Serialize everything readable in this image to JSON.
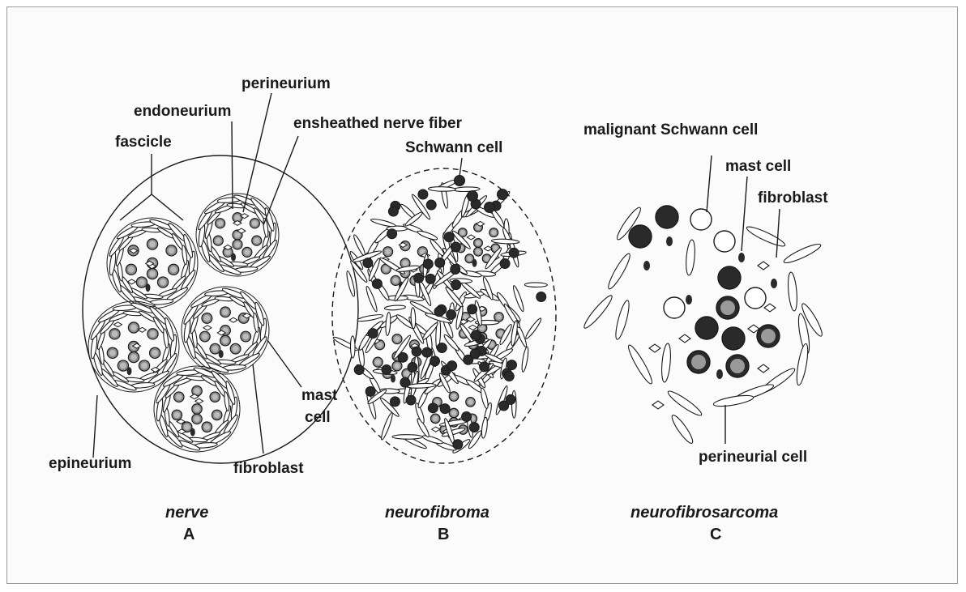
{
  "panel_a": {
    "labels": {
      "perineurium": "perineurium",
      "endoneurium": "endoneurium",
      "ensheathed_nerve_fiber": "ensheathed nerve fiber",
      "fascicle": "fascicle",
      "mast": "mast",
      "cell": "cell",
      "fibroblast": "fibroblast",
      "epineurium": "epineurium"
    },
    "caption": "nerve",
    "letter": "A"
  },
  "panel_b": {
    "labels": {
      "schwann_cell": "Schwann cell"
    },
    "caption": "neurofibroma",
    "letter": "B"
  },
  "panel_c": {
    "labels": {
      "malignant_schwann_cell": "malignant Schwann cell",
      "mast_cell": "mast cell",
      "fibroblast": "fibroblast",
      "perineurial_cell": "perineurial cell"
    },
    "caption": "neurofibrosarcoma",
    "letter": "C"
  },
  "colors": {
    "ink": "#1a1a1a",
    "gray_cell": "#8c8c8c",
    "dark_cell": "#2a2a2a",
    "background": "#fbfbfb"
  }
}
